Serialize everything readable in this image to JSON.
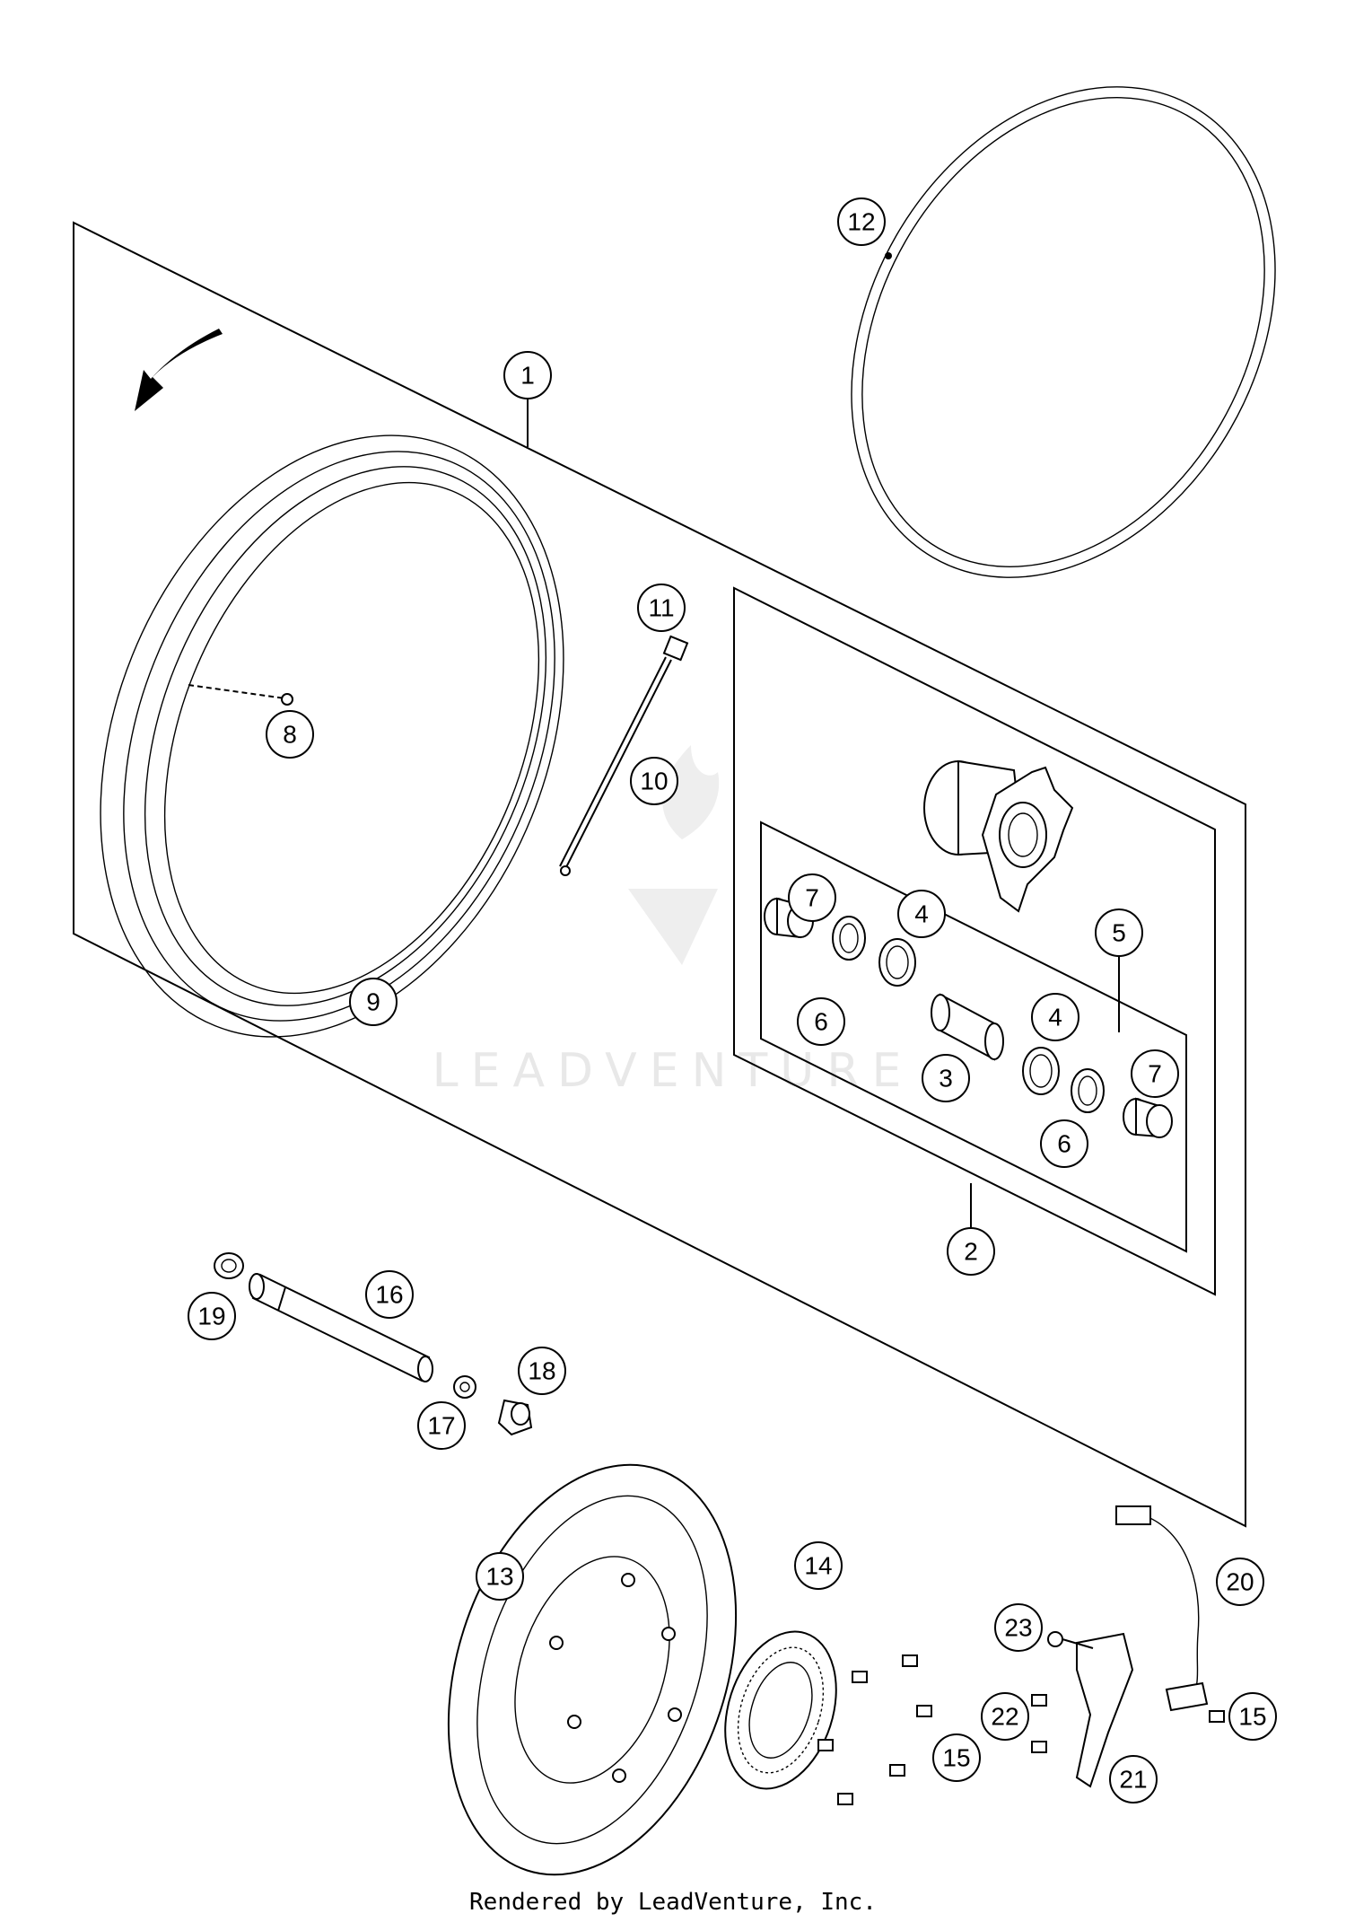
{
  "callouts": [
    {
      "label": "1"
    },
    {
      "label": "2"
    },
    {
      "label": "3"
    },
    {
      "label": "4"
    },
    {
      "label": "4"
    },
    {
      "label": "5"
    },
    {
      "label": "6"
    },
    {
      "label": "6"
    },
    {
      "label": "7"
    },
    {
      "label": "7"
    },
    {
      "label": "8"
    },
    {
      "label": "9"
    },
    {
      "label": "10"
    },
    {
      "label": "11"
    },
    {
      "label": "12"
    },
    {
      "label": "13"
    },
    {
      "label": "14"
    },
    {
      "label": "15"
    },
    {
      "label": "15"
    },
    {
      "label": "16"
    },
    {
      "label": "17"
    },
    {
      "label": "18"
    },
    {
      "label": "19"
    },
    {
      "label": "20"
    },
    {
      "label": "21"
    },
    {
      "label": "22"
    },
    {
      "label": "23"
    }
  ],
  "watermark": {
    "text": "LEADVENTURE"
  },
  "footer": {
    "text": "Rendered by LeadVenture, Inc."
  }
}
